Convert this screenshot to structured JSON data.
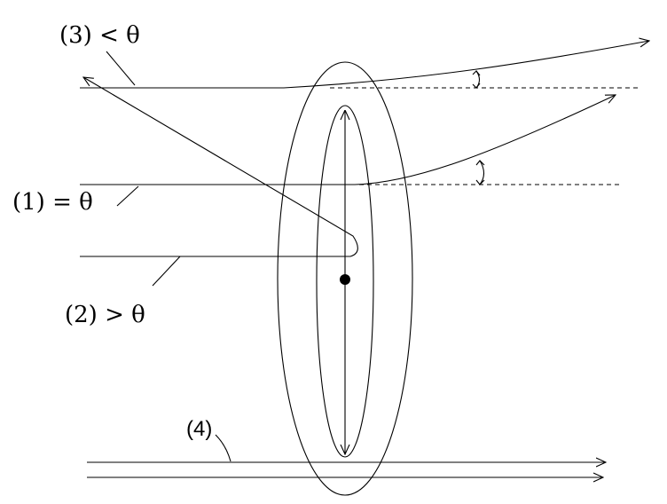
{
  "labels": {
    "ray3": "(3) < θ",
    "ray1": "(1) = θ",
    "ray2": "(2) > θ",
    "ray4": "(4)"
  },
  "colors": {
    "ink": "#000000",
    "background": "#ffffff"
  }
}
